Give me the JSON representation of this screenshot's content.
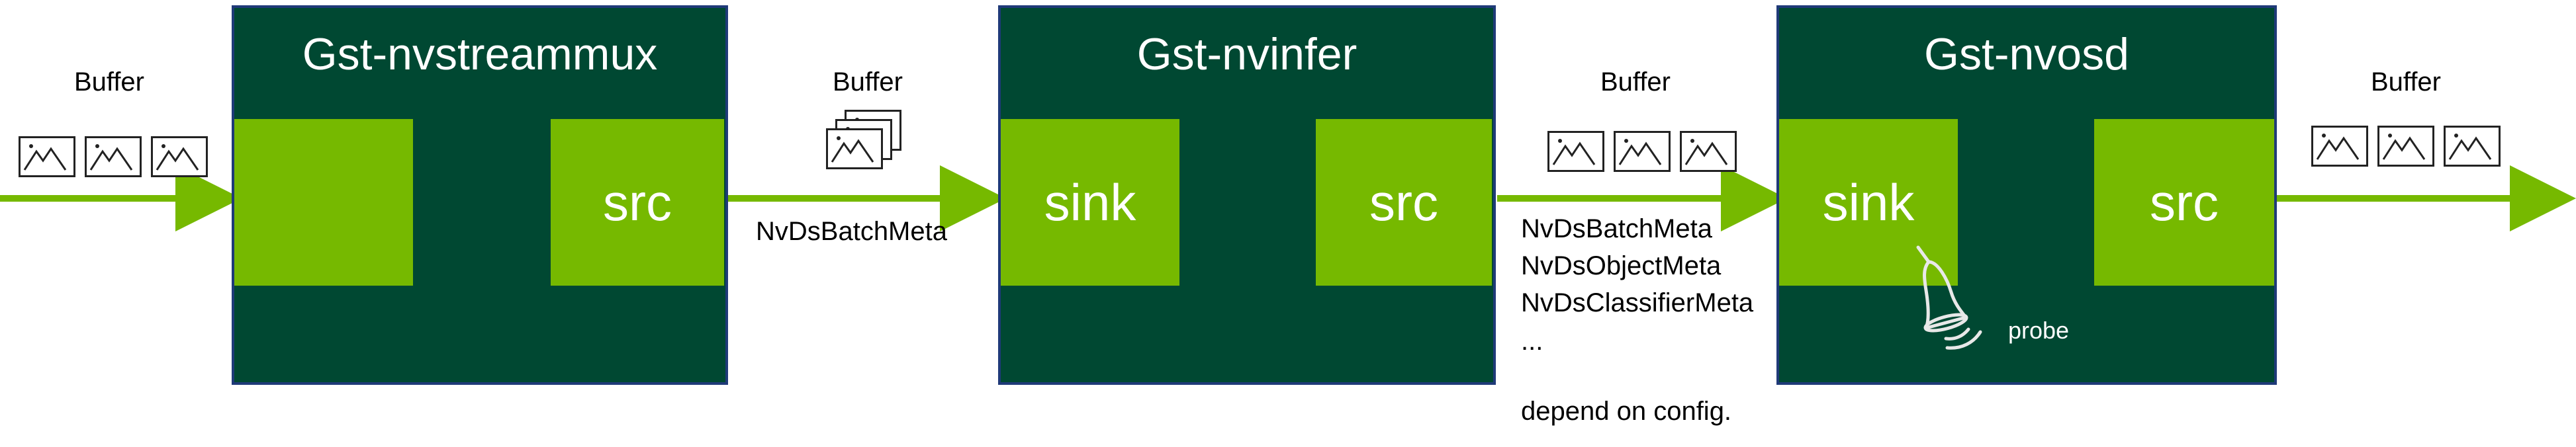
{
  "blocks": [
    {
      "title": "Gst-nvstreammux",
      "src_label": "src"
    },
    {
      "title": "Gst-nvinfer",
      "sink_label": "sink",
      "src_label": "src"
    },
    {
      "title": "Gst-nvosd",
      "sink_label": "sink",
      "src_label": "src"
    }
  ],
  "buffers": [
    "Buffer",
    "Buffer",
    "Buffer",
    "Buffer"
  ],
  "meta": {
    "after_streammux": "NvDsBatchMeta",
    "after_nvinfer": [
      "NvDsBatchMeta",
      "NvDsObjectMeta",
      "NvDsClassifierMeta",
      "...",
      "depend on config."
    ]
  },
  "probe_label": "probe",
  "icons": [
    "image-frame-icon",
    "probe-icon"
  ],
  "colors": {
    "block": "#004832",
    "border": "#1f3a78",
    "pad": "#76b900",
    "arrow": "#76b900"
  }
}
